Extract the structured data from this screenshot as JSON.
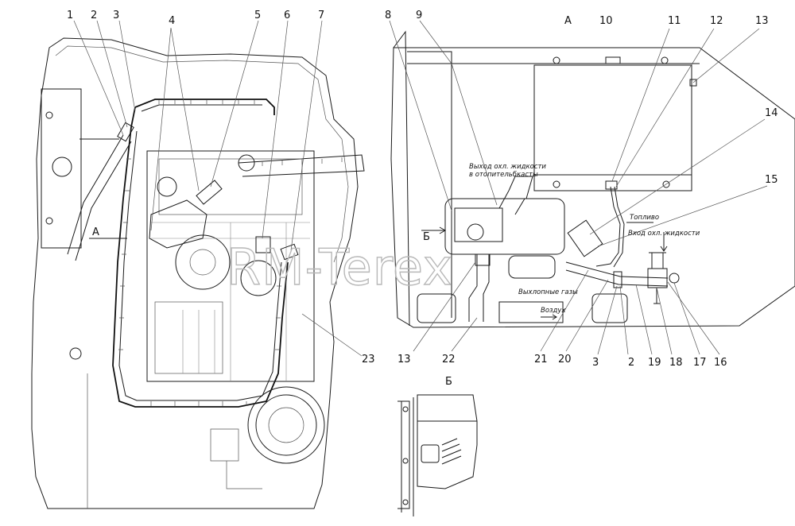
{
  "callouts": {
    "c1": "1",
    "c2": "2",
    "c3": "3",
    "c4": "4",
    "c5": "5",
    "c6": "6",
    "c7": "7",
    "c8": "8",
    "c9": "9",
    "c10": "10",
    "c11": "11",
    "c12": "12",
    "c13": "13",
    "c14": "14",
    "c15": "15",
    "c13b": "13",
    "c22": "22",
    "c21": "21",
    "c20": "20",
    "c3b": "3",
    "c2b": "2",
    "c19": "19",
    "c18": "18",
    "c17": "17",
    "c16": "16",
    "c23": "23"
  },
  "view_labels": {
    "view_a_left": "A",
    "view_a_right": "A",
    "view_b_arrow": "Б",
    "view_b_title": "Б"
  },
  "annotations": {
    "coolant_out_line1": "Выход охл. жидкости",
    "coolant_out_line2": "в отопительбкасты",
    "fuel": "Топливо",
    "coolant_in": "Вход охл. жидкости",
    "exhaust": "Выхлопные газы",
    "air": "Воздух"
  },
  "watermark": "RM-Terex"
}
